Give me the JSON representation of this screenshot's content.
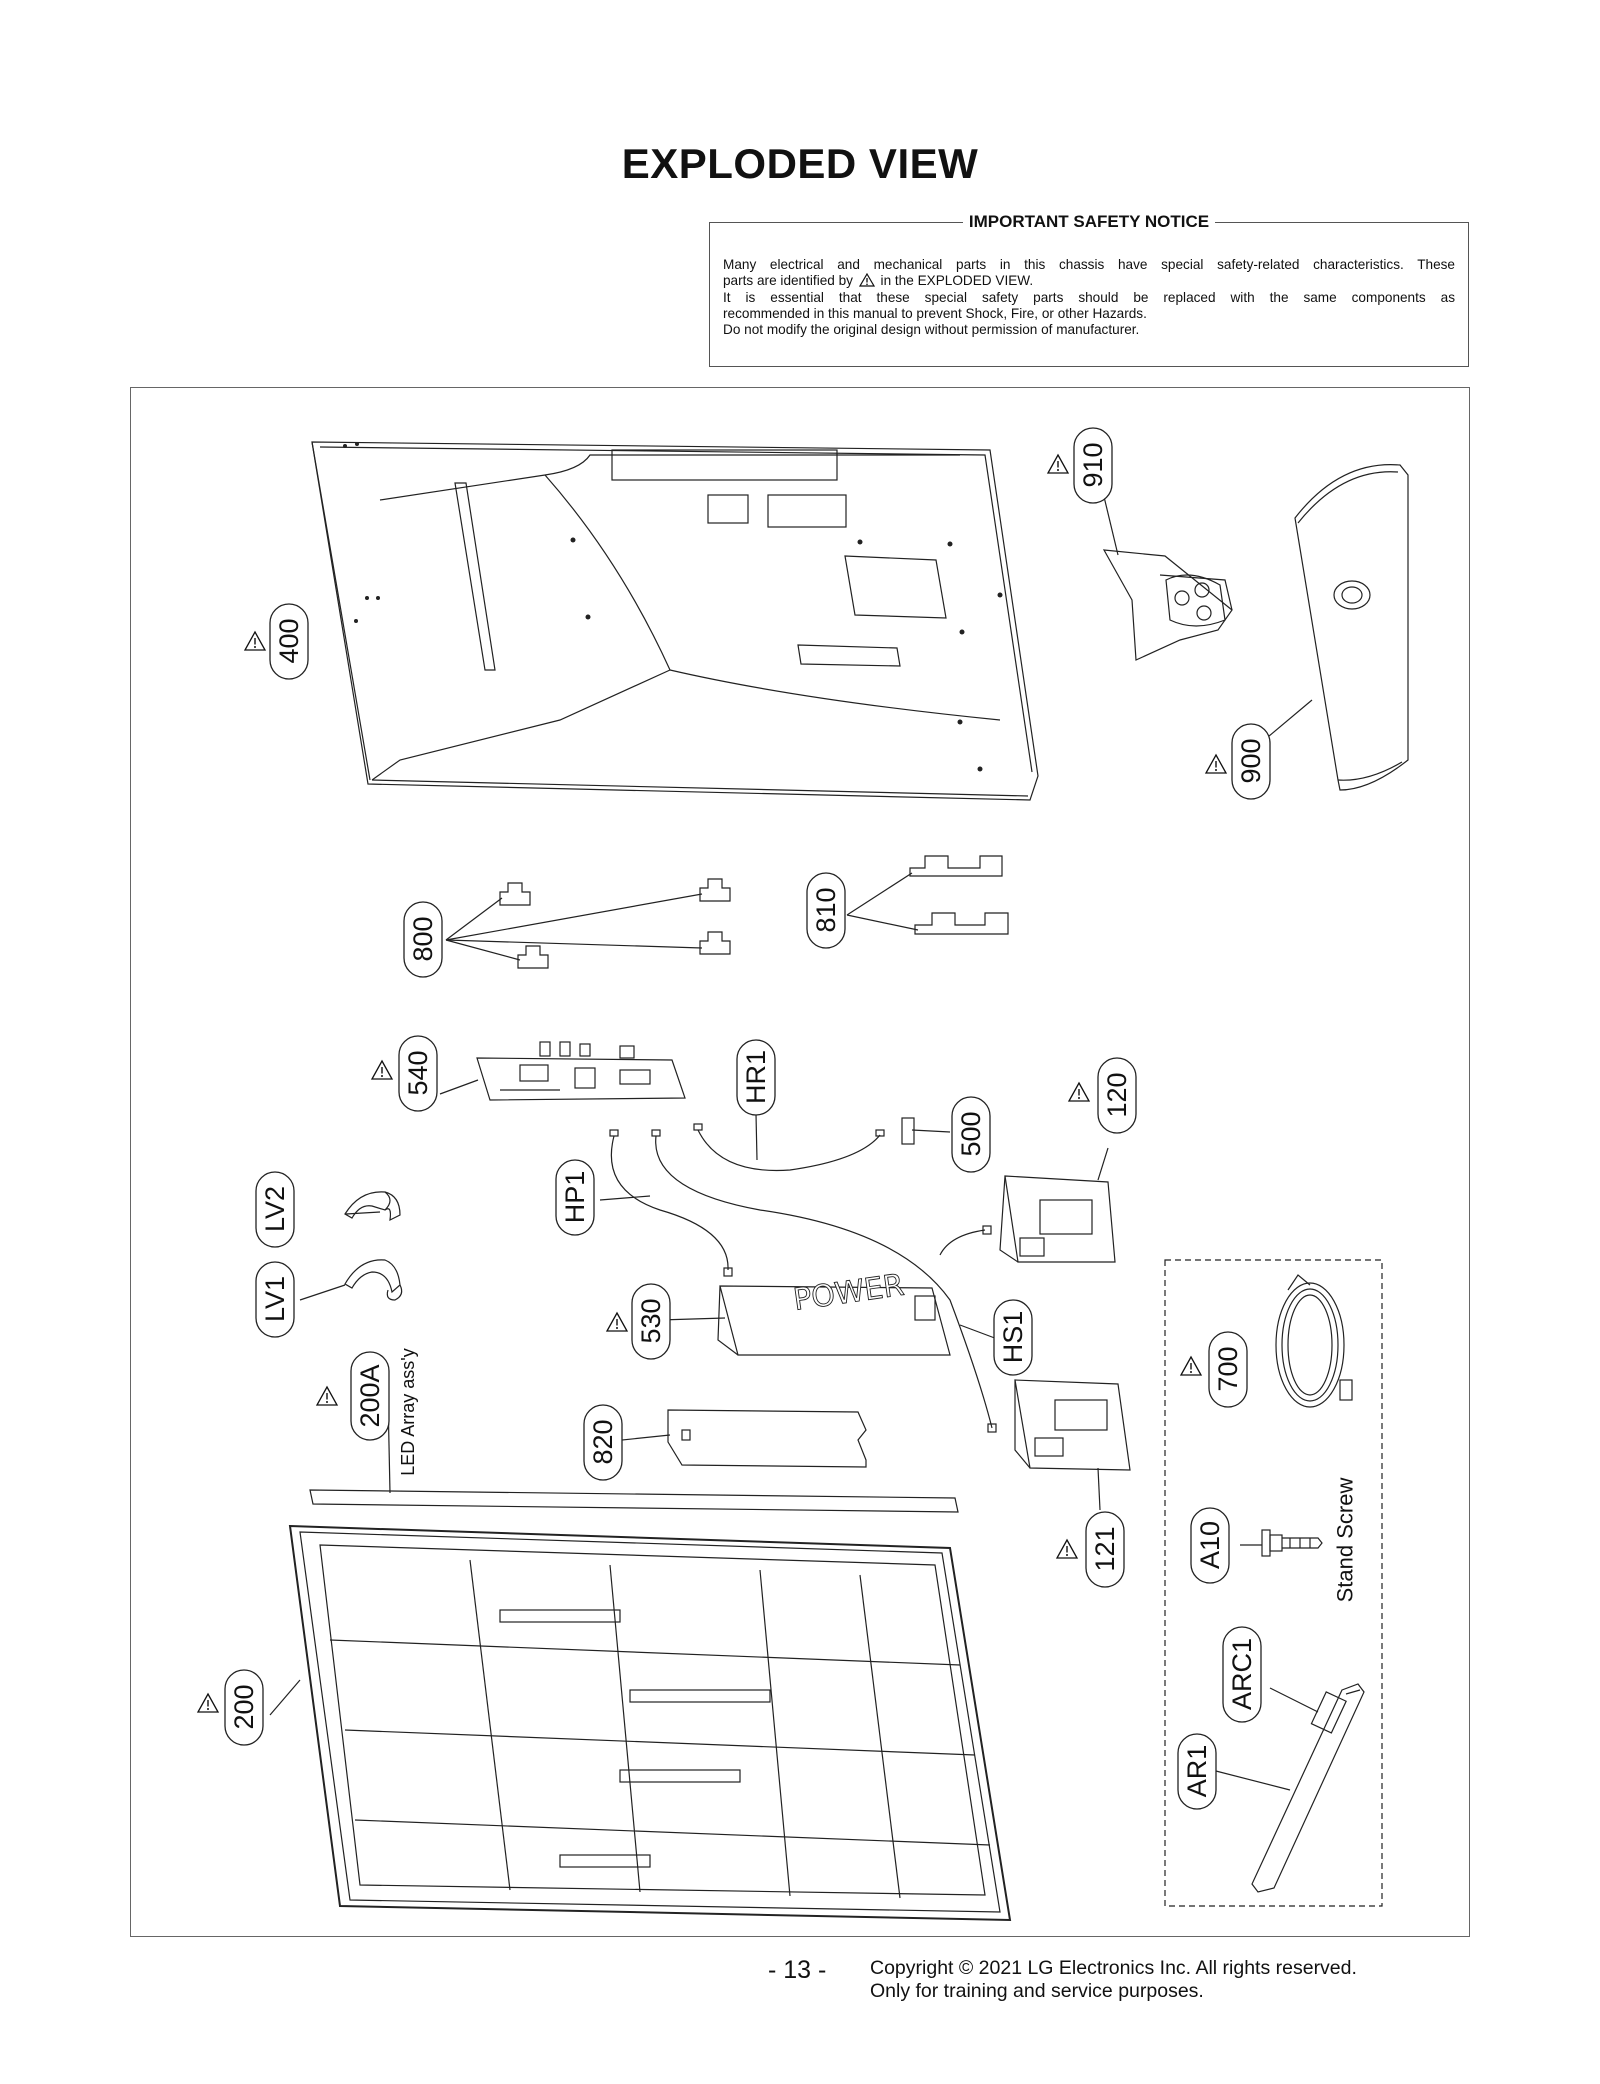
{
  "page": {
    "title": "EXPLODED VIEW",
    "page_number": "- 13 -",
    "copyright_line1": "Copyright © 2021 LG Electronics Inc. All rights reserved.",
    "copyright_line2": "Only for training and service purposes."
  },
  "safety_notice": {
    "heading": "IMPORTANT SAFETY NOTICE",
    "line1": "Many electrical and mechanical parts in this chassis have special safety-related characteristics. These",
    "line2a": "parts are identified by",
    "line2b": "in the EXPLODED VIEW.",
    "line3": "It is essential that these special safety parts should be replaced with the same components as",
    "line4": "recommended in this manual to prevent Shock, Fire, or other Hazards.",
    "line5": "Do not modify the original design without permission of manufacturer."
  },
  "parts": {
    "p400": "400",
    "p910": "910",
    "p900": "900",
    "p800": "800",
    "p810": "810",
    "p540": "540",
    "pHR1": "HR1",
    "p500": "500",
    "p120": "120",
    "pLV2": "LV2",
    "pLV1": "LV1",
    "pHP1": "HP1",
    "p530": "530",
    "pHS1": "HS1",
    "p700": "700",
    "p200A": "200A",
    "p820": "820",
    "p121": "121",
    "pA10": "A10",
    "pARC1": "ARC1",
    "pAR1": "AR1",
    "p200": "200"
  },
  "annotations": {
    "led_array": "LED Array ass'y",
    "stand_screw": "Stand Screw",
    "power_label": "POWER"
  }
}
